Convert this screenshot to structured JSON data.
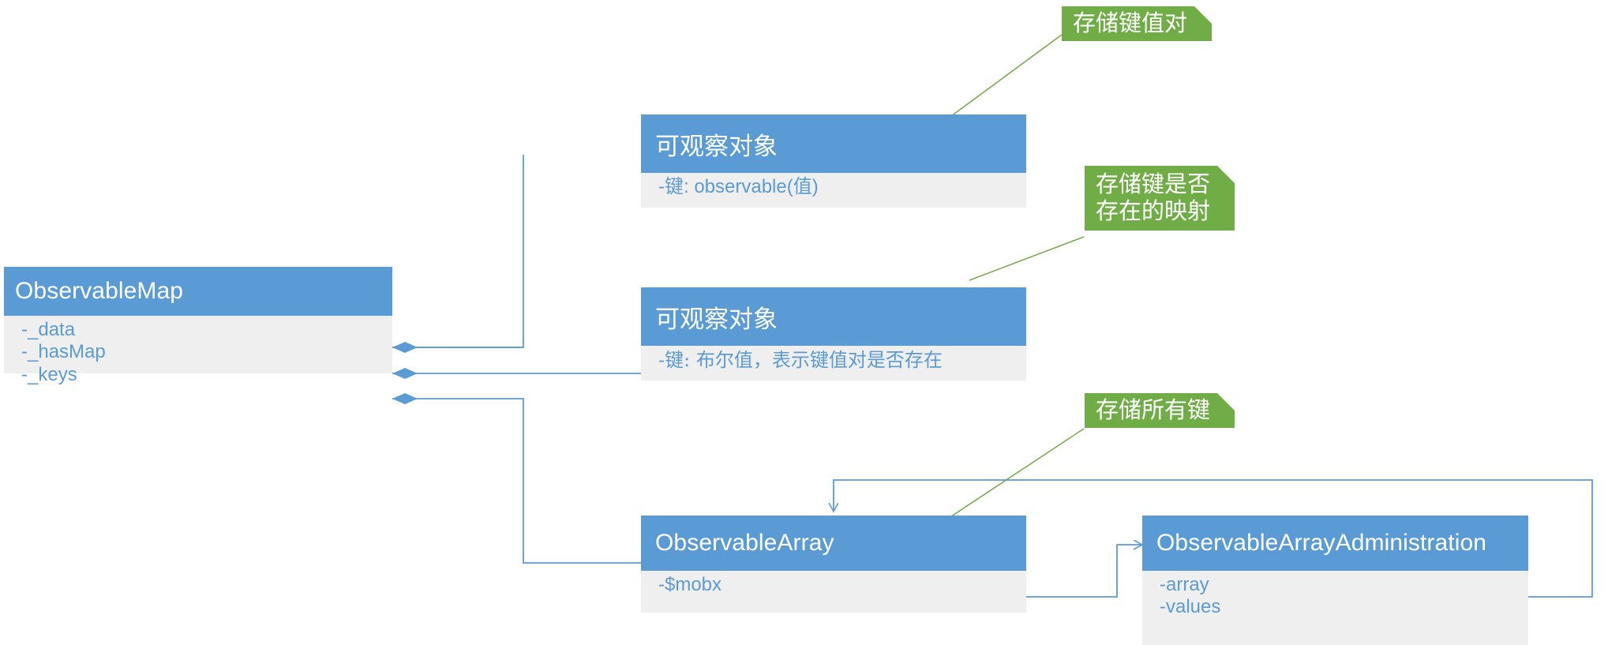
{
  "diagram": {
    "title": "ObservableMap UML class diagram",
    "colors": {
      "class_header": "#5b9bd5",
      "class_body": "#efefef",
      "attribute_text": "#5b9bd5",
      "note_fill": "#70ad47",
      "note_text": "#ffffff",
      "connector": "#5b9bd5",
      "note_leader": "#7aa94f",
      "background": "#ffffff"
    },
    "classes": [
      {
        "id": "observable-map",
        "name": "ObservableMap",
        "attributes": [
          "-_data",
          "-_hasMap",
          "-_keys"
        ]
      },
      {
        "id": "observable-object-data",
        "name": "可观察对象",
        "attributes": [
          "-键: observable(值)"
        ]
      },
      {
        "id": "observable-object-hasmap",
        "name": "可观察对象",
        "attributes": [
          "-键: 布尔值，表示键值对是否存在"
        ]
      },
      {
        "id": "observable-array",
        "name": "ObservableArray",
        "attributes": [
          "-$mobx"
        ]
      },
      {
        "id": "observable-array-administration",
        "name": "ObservableArrayAdministration",
        "attributes": [
          "-array",
          "-values"
        ]
      }
    ],
    "notes": [
      {
        "id": "note-key-value",
        "text": "存储键值对"
      },
      {
        "id": "note-has-map",
        "text": "存储键是否\n存在的映射"
      },
      {
        "id": "note-all-keys",
        "text": "存储所有键"
      }
    ],
    "relations": [
      {
        "from": "observable-map._data",
        "to": "observable-object-data",
        "type": "composition"
      },
      {
        "from": "observable-map._hasMap",
        "to": "observable-object-hasmap",
        "type": "composition"
      },
      {
        "from": "observable-map._keys",
        "to": "observable-array",
        "type": "composition"
      },
      {
        "from": "observable-array.$mobx",
        "to": "observable-array-administration",
        "type": "association"
      },
      {
        "from": "observable-array-administration",
        "to": "observable-array",
        "type": "association"
      }
    ]
  }
}
